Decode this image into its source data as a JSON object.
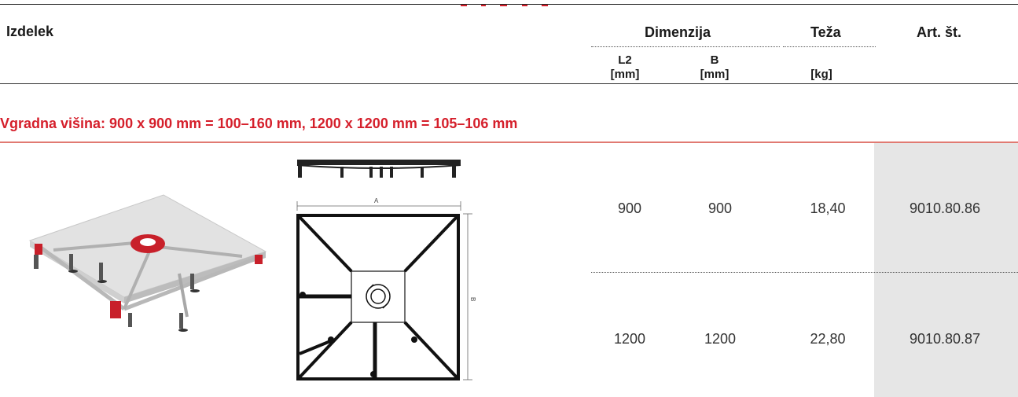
{
  "header": {
    "product": "Izdelek",
    "dimension": "Dimenzija",
    "weight": "Teža",
    "article": "Art. št.",
    "l2_label": "L2",
    "b_label": "B",
    "mm_unit": "[mm]",
    "kg_unit": "[kg]"
  },
  "section": {
    "title": "Vgradna višina: 900 x 900 mm = 100–160 mm, 1200 x 1200 mm = 105–106 mm"
  },
  "drawing": {
    "label_a": "A",
    "label_b": "B"
  },
  "rows": [
    {
      "l2": "900",
      "b": "900",
      "weight": "18,40",
      "article": "9010.80.86"
    },
    {
      "l2": "1200",
      "b": "1200",
      "weight": "22,80",
      "article": "9010.80.87"
    }
  ],
  "colors": {
    "accent_red": "#d51f2b",
    "section_line": "#e17a72",
    "article_column_bg": "#e6e6e6"
  }
}
